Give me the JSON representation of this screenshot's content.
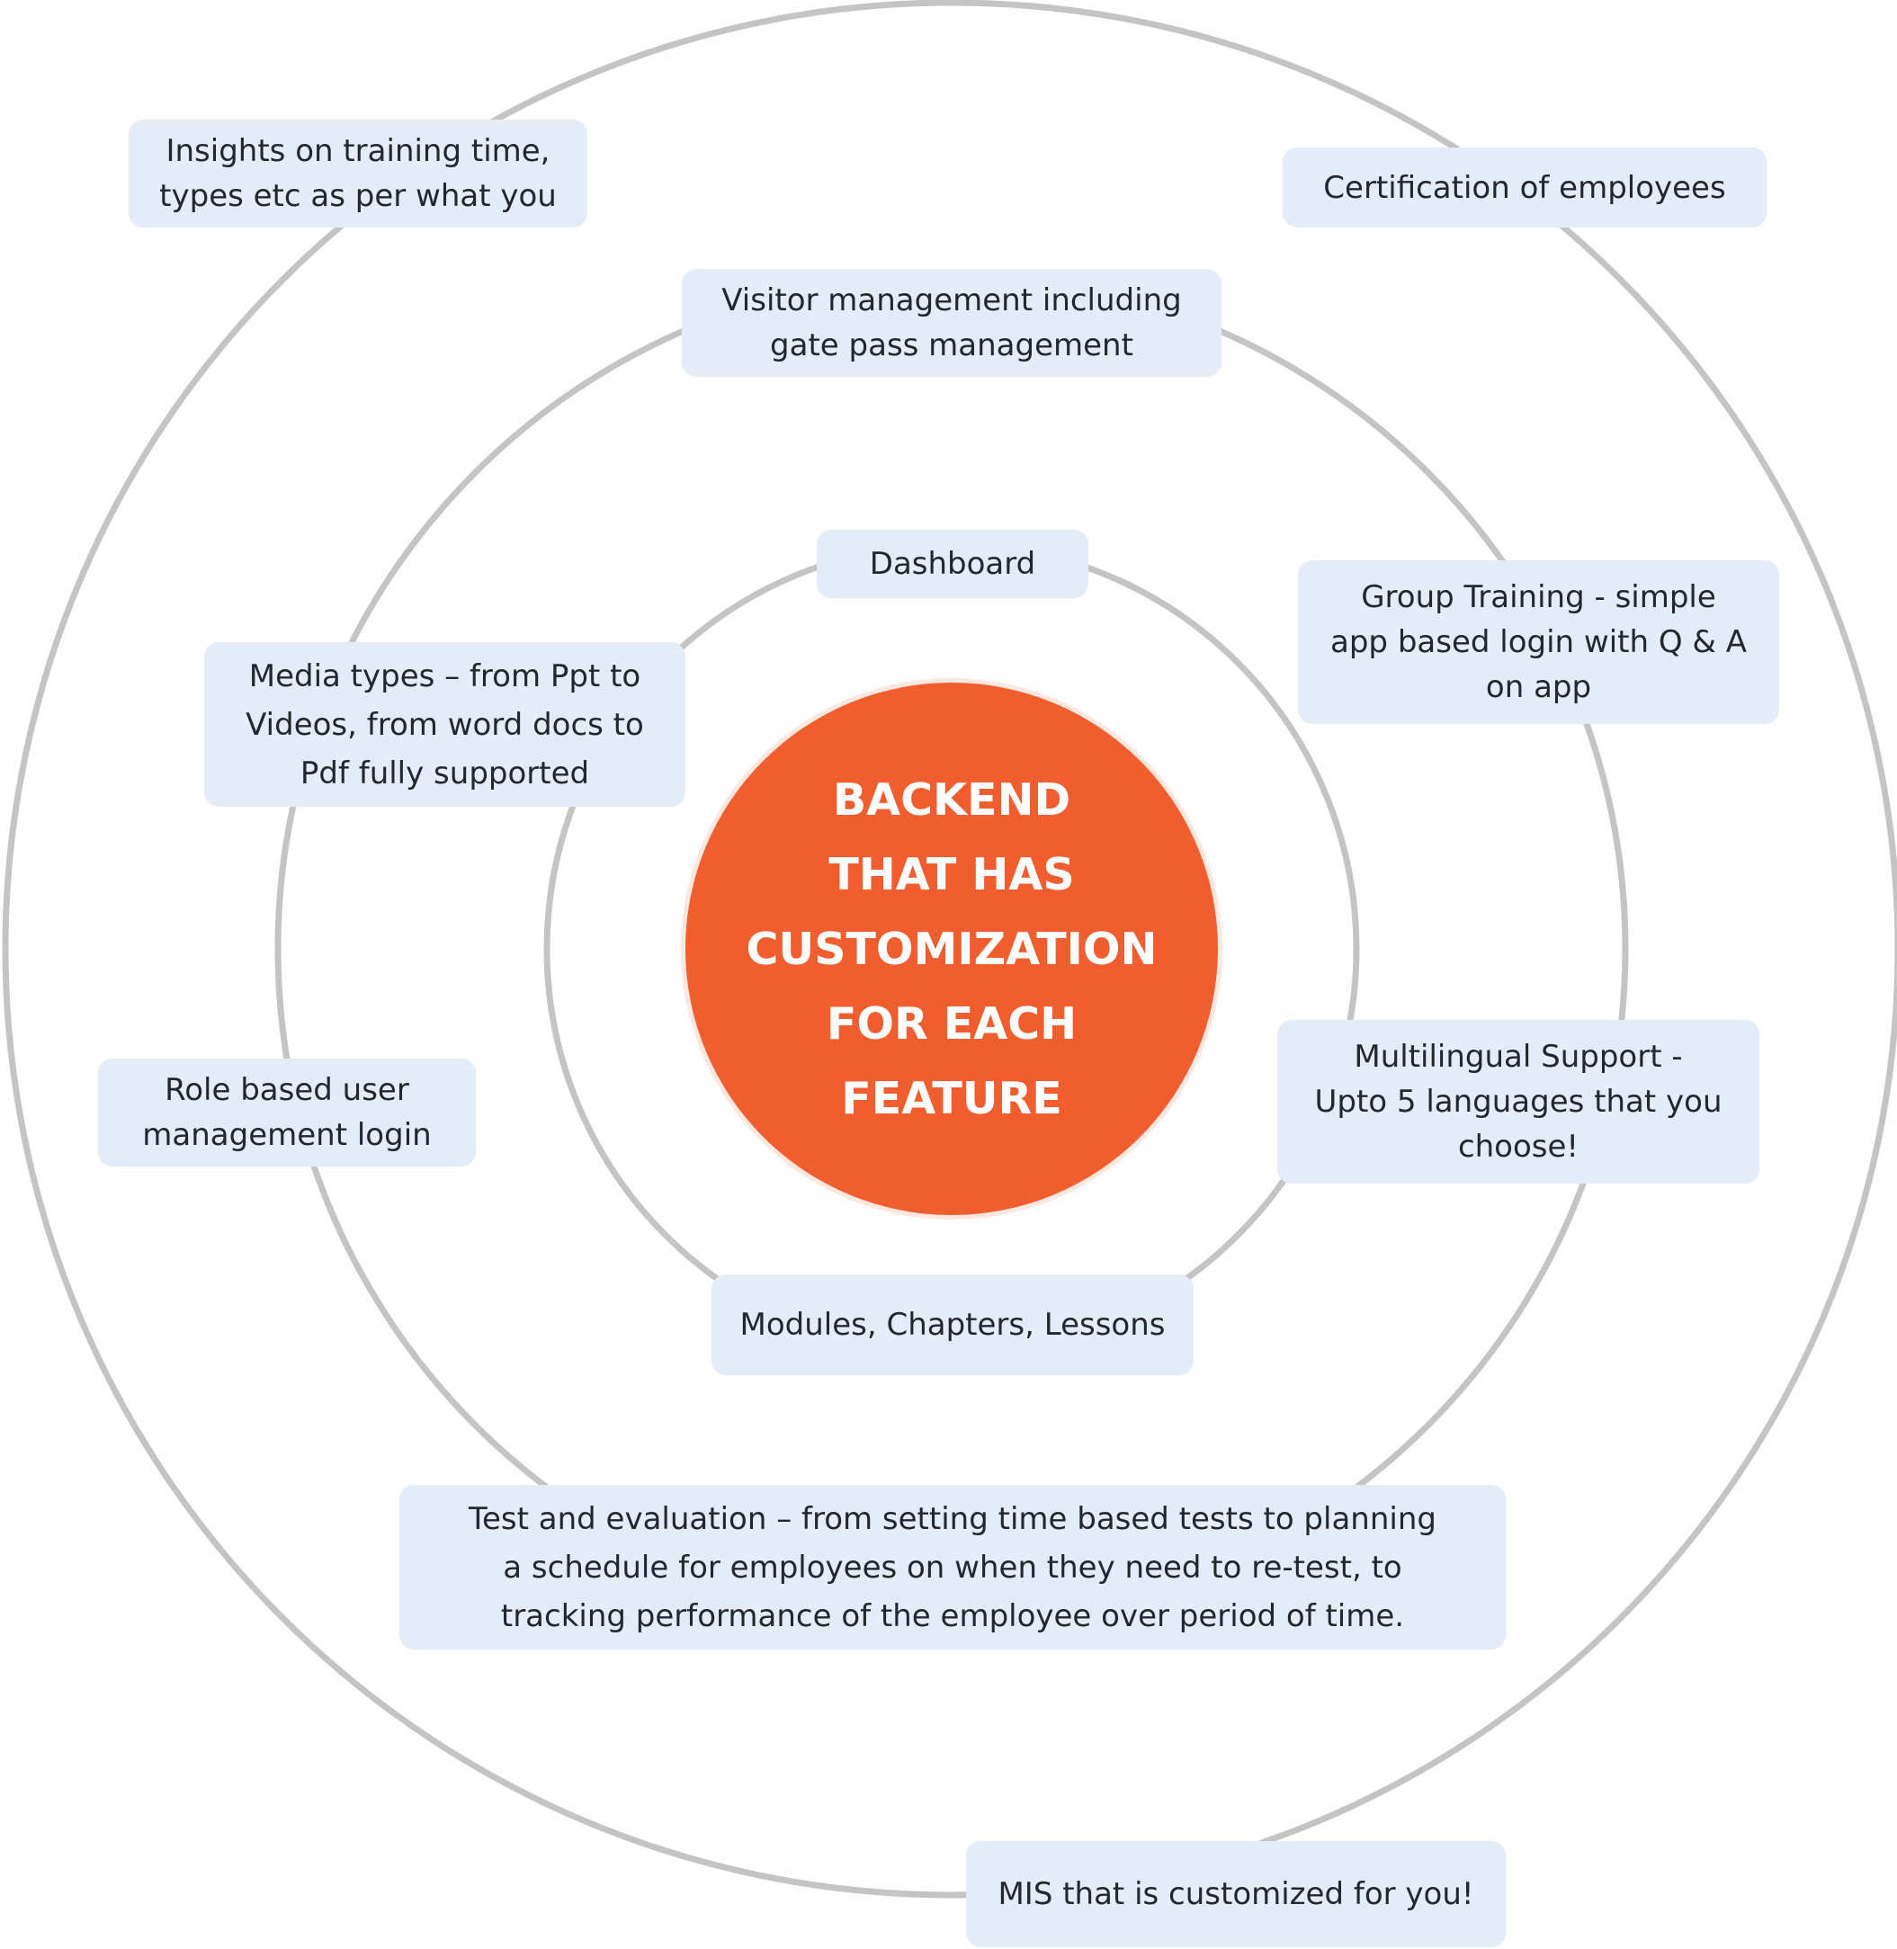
{
  "diagram": {
    "center": {
      "label": "BACKEND\nTHAT HAS\nCUSTOMIZATION\nFOR EACH\nFEATURE"
    },
    "outer_ring": {
      "insights": "Insights on training time,\ntypes etc as per what you",
      "certification": "Certification of employees",
      "mis": "MIS that is customized for you!"
    },
    "middle_ring": {
      "visitor": "Visitor management including\ngate pass management",
      "group_training": "Group Training - simple\napp based login with Q & A\non app",
      "multilingual": "Multilingual Support -\nUpto 5 languages that you\nchoose!",
      "test_evaluation": "Test and evaluation – from setting time based tests to planning\na schedule for employees on when they need to re-test, to\ntracking performance of the employee over period of time.",
      "role_based": "Role based user\nmanagement login"
    },
    "inner_ring": {
      "dashboard": "Dashboard",
      "media_types": "Media types – from Ppt to\nVideos, from word docs to\nPdf fully supported",
      "modules": "Modules, Chapters, Lessons"
    },
    "colors": {
      "center_fill": "#f05d2e",
      "box_fill": "#e4ecf7",
      "ring_stroke": "#c4c4c4",
      "text": "#23272e"
    }
  }
}
